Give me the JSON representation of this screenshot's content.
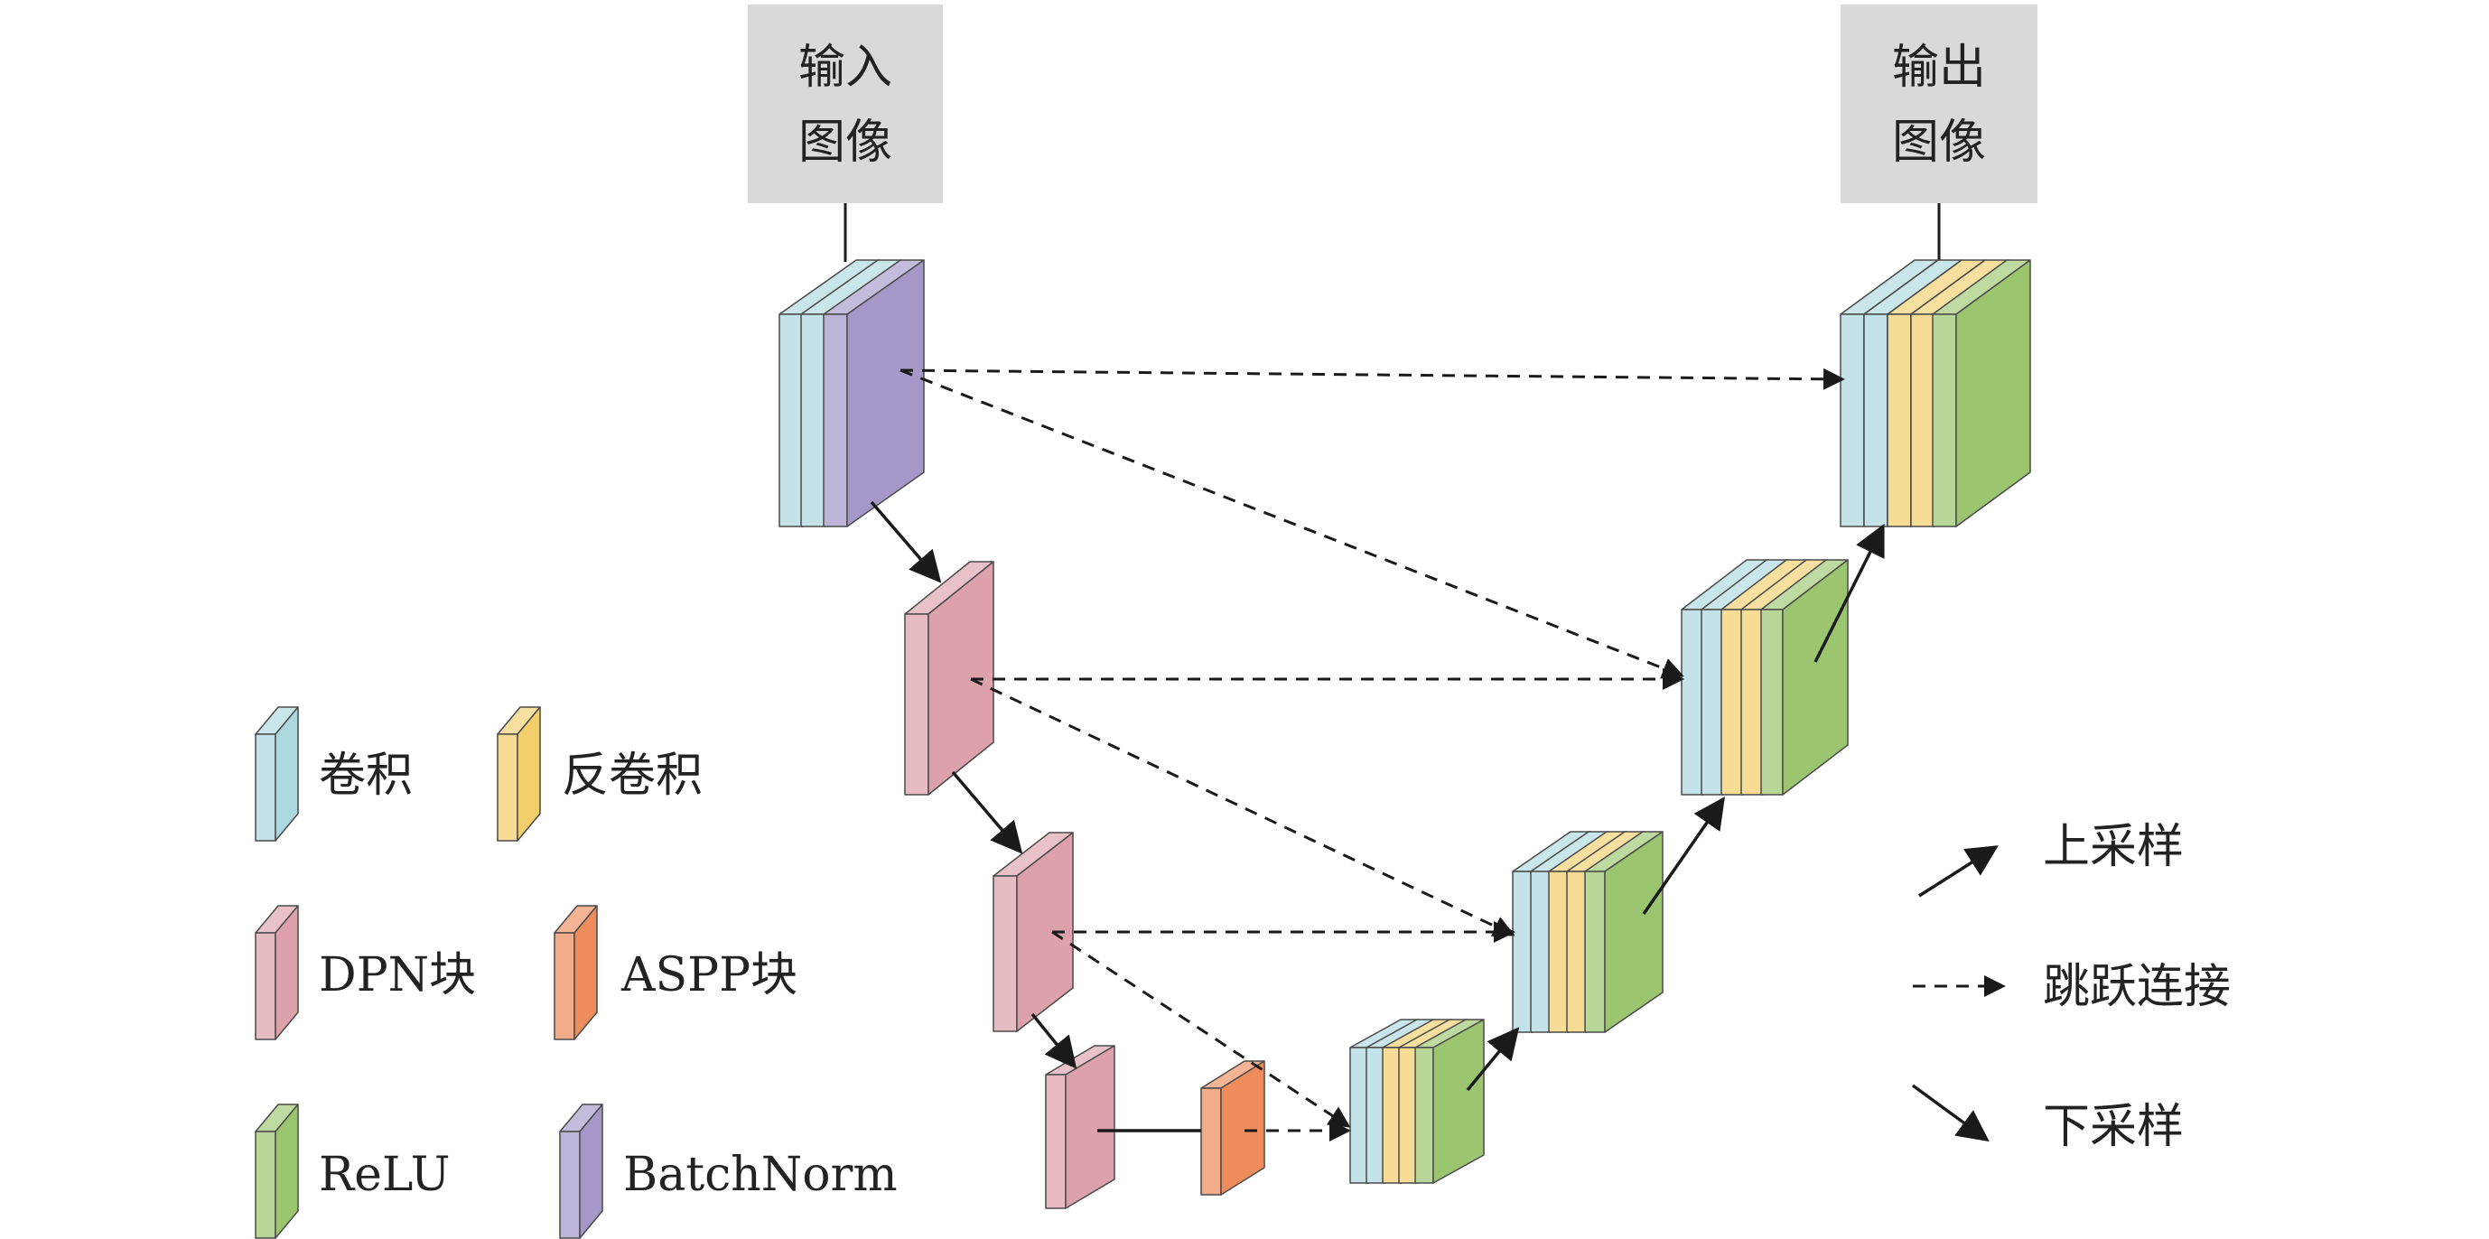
{
  "io": {
    "input_line1": "输入",
    "input_line2": "图像",
    "output_line1": "输出",
    "output_line2": "图像"
  },
  "legend": {
    "conv": "卷积",
    "deconv": "反卷积",
    "dpn": "DPN块",
    "aspp": "ASPP块",
    "relu": "ReLU",
    "batchnorm": "BatchNorm",
    "upsample": "上采样",
    "skip": "跳跃连接",
    "downsample": "下采样"
  },
  "colors": {
    "conv": "#acd8e0",
    "deconv": "#f3cf6b",
    "dpn": "#dca1aa",
    "aspp": "#ef8c5c",
    "relu": "#9bc66f",
    "batchnorm": "#a597c8",
    "io_box": "#d9d9d9"
  }
}
